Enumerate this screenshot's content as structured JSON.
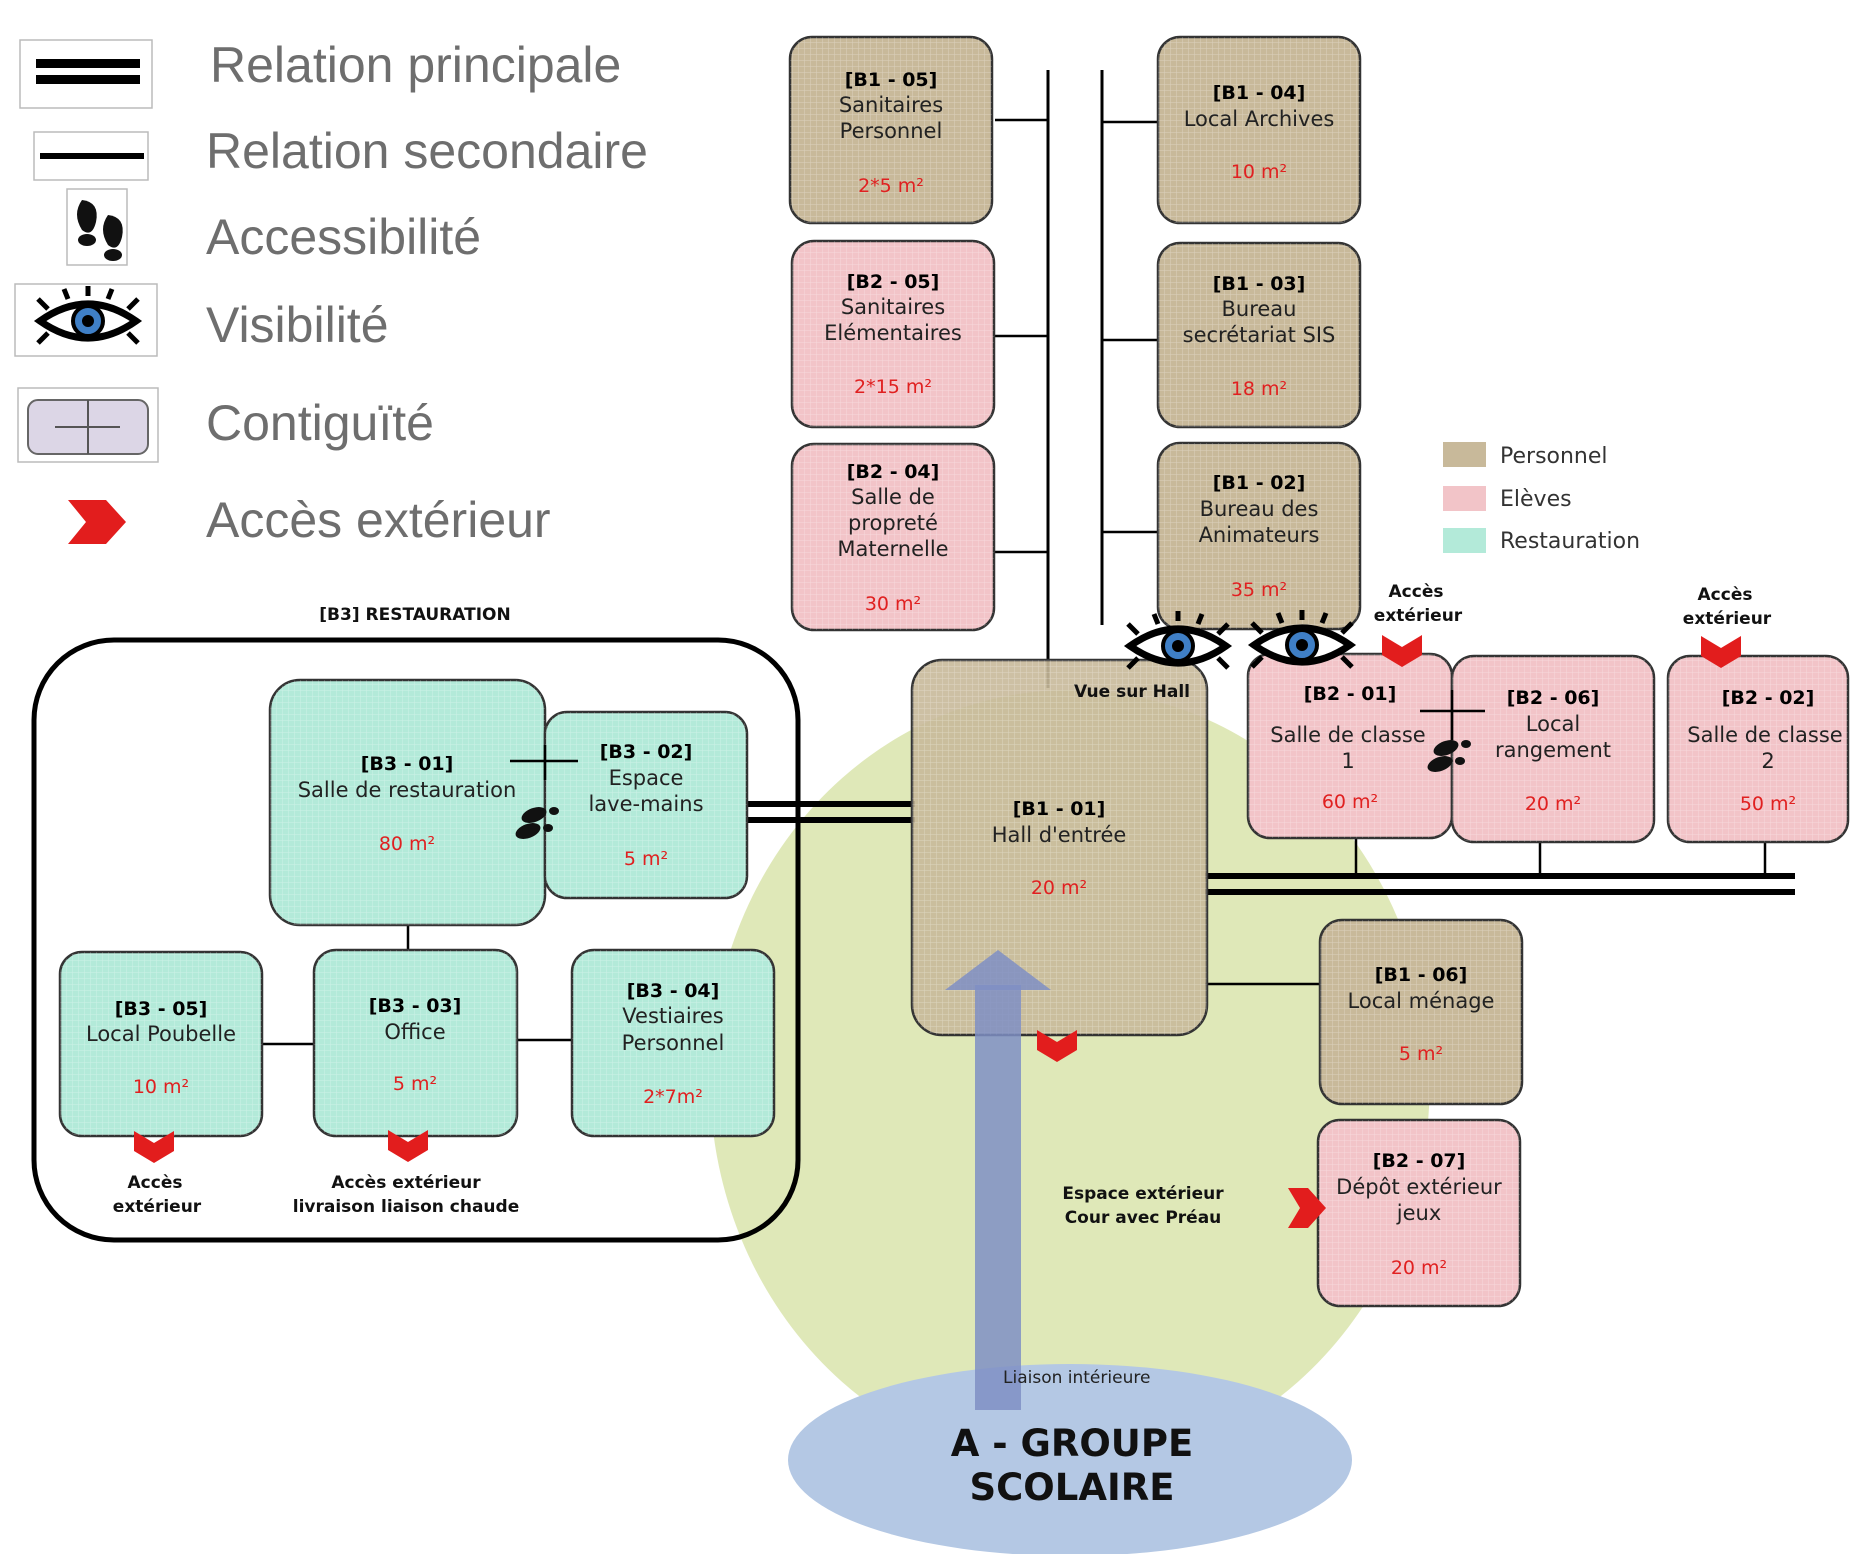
{
  "colors": {
    "personnel": "#c8b99a",
    "eleves": "#f2c4c8",
    "restauration": "#b3ead9",
    "zone": "#dbe6b0",
    "groupe": "#b4c8e4",
    "access": "#e21d1d"
  },
  "legend": {
    "relation_principale": "Relation principale",
    "relation_secondaire": "Relation secondaire",
    "accessibilite": "Accessibilité",
    "visibilite": "Visibilité",
    "contiguite": "Contiguïté",
    "acces_exterieur": "Accès extérieur"
  },
  "color_key": {
    "personnel": "Personnel",
    "eleves": "Elèves",
    "restauration": "Restauration"
  },
  "restauration_group": {
    "title": "[B3] RESTAURATION"
  },
  "rooms": {
    "b1_05": {
      "code": "[B1 - 05]",
      "l1": "Sanitaires",
      "l2": "Personnel",
      "area": "2*5 m²"
    },
    "b1_04": {
      "code": "[B1 - 04]",
      "l1": "Local Archives",
      "area": "10 m²"
    },
    "b2_05": {
      "code": "[B2 - 05]",
      "l1": "Sanitaires",
      "l2": "Elémentaires",
      "area": "2*15 m²"
    },
    "b1_03": {
      "code": "[B1 - 03]",
      "l1": "Bureau",
      "l2": "secrétariat SIS",
      "area": "18 m²"
    },
    "b2_04": {
      "code": "[B2 - 04]",
      "l1": "Salle de",
      "l2": "propreté",
      "l3": "Maternelle",
      "area": "30 m²"
    },
    "b1_02": {
      "code": "[B1 - 02]",
      "l1": "Bureau des",
      "l2": "Animateurs",
      "area": "35 m²"
    },
    "b1_01": {
      "code": "[B1 - 01]",
      "l1": "Hall d'entrée",
      "area": "20 m²"
    },
    "b2_01": {
      "code": "[B2 - 01]",
      "l1": "Salle de classe",
      "l2": "1",
      "area": "60 m²"
    },
    "b2_06": {
      "code": "[B2 - 06]",
      "l1": "Local",
      "l2": "rangement",
      "area": "20 m²"
    },
    "b2_02": {
      "code": "[B2 - 02]",
      "l1": "Salle de classe",
      "l2": "2",
      "area": "50 m²"
    },
    "b1_06": {
      "code": "[B1 - 06]",
      "l1": "Local ménage",
      "area": "5 m²"
    },
    "b2_07": {
      "code": "[B2 - 07]",
      "l1": "Dépôt extérieur",
      "l2": "jeux",
      "area": "20 m²"
    },
    "b3_01": {
      "code": "[B3 - 01]",
      "l1": "Salle de restauration",
      "area": "80 m²"
    },
    "b3_02": {
      "code": "[B3 - 02]",
      "l1": "Espace",
      "l2": "lave-mains",
      "area": "5 m²"
    },
    "b3_05": {
      "code": "[B3 - 05]",
      "l1": "Local Poubelle",
      "area": "10 m²"
    },
    "b3_03": {
      "code": "[B3 - 03]",
      "l1": "Office",
      "area": "5 m²"
    },
    "b3_04": {
      "code": "[B3 - 04]",
      "l1": "Vestiaires",
      "l2": "Personnel",
      "area": "2*7m²"
    }
  },
  "notes": {
    "vue_sur_hall": "Vue sur Hall",
    "acces_ext_1a": "Accès",
    "acces_ext_1b": "extérieur",
    "acces_ext_2a": "Accès",
    "acces_ext_2b": "extérieur",
    "acces_ext_3a": "Accès",
    "acces_ext_3b": "extérieur",
    "acces_livraison_a": "Accès extérieur",
    "acces_livraison_b": "livraison liaison chaude",
    "espace_ext_a": "Espace extérieur",
    "espace_ext_b": "Cour avec Préau",
    "liaison_interieure": "Liaison intérieure"
  },
  "groupe": {
    "l1": "A - GROUPE",
    "l2": "SCOLAIRE"
  }
}
